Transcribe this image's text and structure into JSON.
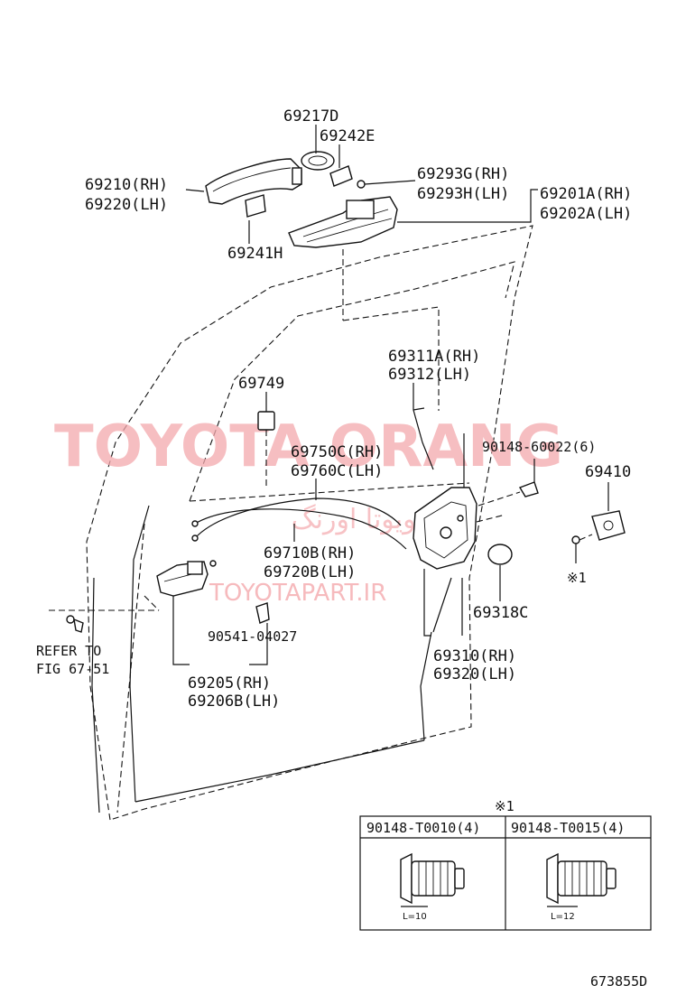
{
  "labels": {
    "p69217D": "69217D",
    "p69242E": "69242E",
    "p69210": "69210(RH)",
    "p69220": "69220(LH)",
    "p69293G": "69293G(RH)",
    "p69293H": "69293H(LH)",
    "p69201A": "69201A(RH)",
    "p69202A": "69202A(LH)",
    "p69241H": "69241H",
    "p69311A": "69311A(RH)",
    "p69312": "69312(LH)",
    "p69749": "69749",
    "p69750C": "69750C(RH)",
    "p69760C": "69760C(LH)",
    "p90148_60022": "90148-60022(6)",
    "p69410": "69410",
    "p69710B": "69710B(RH)",
    "p69720B": "69720B(LH)",
    "p69318C": "69318C",
    "p90541": "90541-04027",
    "refer1": "REFER TO",
    "refer2": "FIG 67-51",
    "p69310": "69310(RH)",
    "p69320": "69320(LH)",
    "p69205": "69205(RH)",
    "p69206B": "69206B(LH)",
    "note1": "※1",
    "note1_top": "※1",
    "diagram_id": "673855D"
  },
  "screw_table": {
    "col1": "90148-T0010(4)",
    "col2": "90148-T0015(4)",
    "len1": "L=10",
    "len2": "L=12"
  },
  "watermark": {
    "main": "TOYOTA ORANG",
    "url": "TOYOTAPART.IR",
    "persian": "تویوتا اورنگ",
    "color": "#f4a9ad"
  }
}
